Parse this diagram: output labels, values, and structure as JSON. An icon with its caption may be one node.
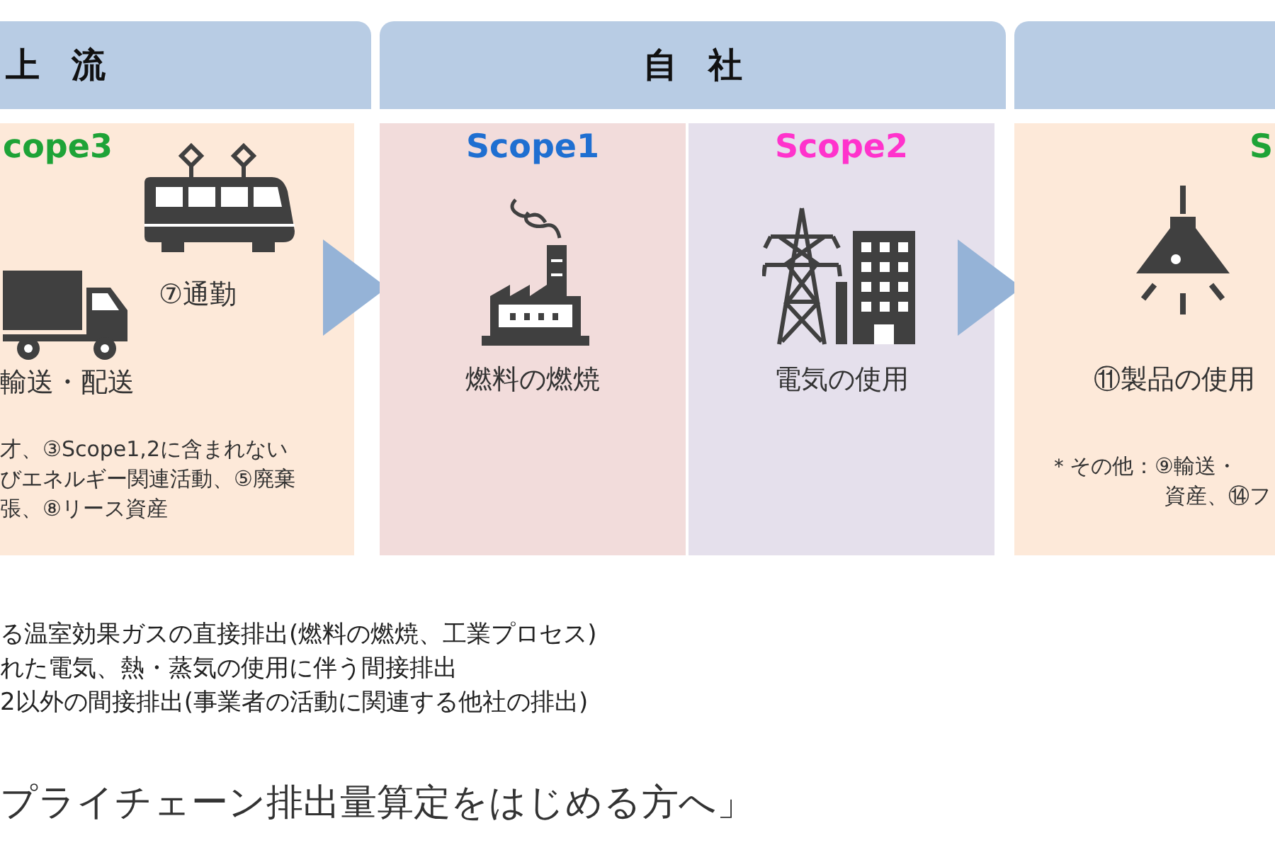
{
  "diagram": {
    "caption": "プライチェーン排出量算定をはじめる方へ」",
    "nodes": [
      {
        "text": [
          "上 流"
        ]
      },
      {
        "text": [
          "自 社"
        ]
      },
      {
        "text": [],
        "shape": "box"
      },
      {
        "text": [
          "cope3",
          "⑦通勤",
          "輸送・配送",
          "才、③Scope1,2に含まれないびエネルギー関連活動、⑤廃棄張、⑧リース資産"
        ]
      },
      {
        "text": [
          "Scope1",
          "燃料の燃焼"
        ]
      },
      {
        "text": [
          "Scope2",
          "電気の使用"
        ]
      },
      {
        "text": [
          "S",
          "⑪製品の使用",
          "＊その他：⑨輸送・資産、⑭フ"
        ]
      }
    ],
    "edges": [
      {
        "from": 3,
        "to": 4,
        "arrow": "to"
      },
      {
        "from": 5,
        "to": 6,
        "arrow": "to"
      }
    ],
    "labels": [
      "る温室効果ガスの直接排出(燃料の燃焼、工業プロセス)",
      "れた電気、熱・蒸気の使用に伴う間接排出",
      "2以外の間接排出(事業者の活動に関連する他社の排出)"
    ]
  }
}
